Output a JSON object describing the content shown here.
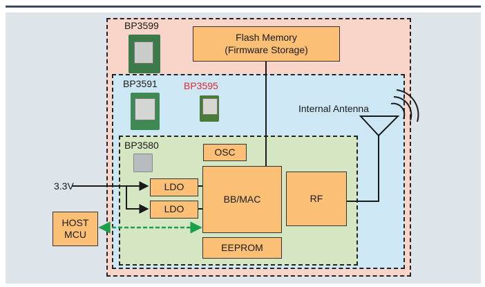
{
  "colors": {
    "outer_zone": "#f8d5c8",
    "middle_zone": "#cde8f4",
    "inner_zone": "#d5e6c2",
    "block_fill": "#fbbf76",
    "highlight_label": "#e0262e",
    "bus_arrow": "#1aa04a"
  },
  "labels": {
    "bp3599": "BP3599",
    "bp3591": "BP3591",
    "bp3595": "BP3595",
    "bp3580": "BP3580",
    "internal_antenna": "Internal Antenna",
    "supply_voltage": "3.3V"
  },
  "blocks": {
    "flash_line1": "Flash Memory",
    "flash_line2": "(Firmware Storage)",
    "osc": "OSC",
    "bbmac": "BB/MAC",
    "rf": "RF",
    "ldo1": "LDO",
    "ldo2": "LDO",
    "eeprom": "EEPROM",
    "host_line1": "HOST",
    "host_line2": "MCU"
  },
  "icons": {
    "antenna": "antenna-icon",
    "radio_waves": "radio-waves-icon",
    "module_photo": "module-photo-icon"
  }
}
